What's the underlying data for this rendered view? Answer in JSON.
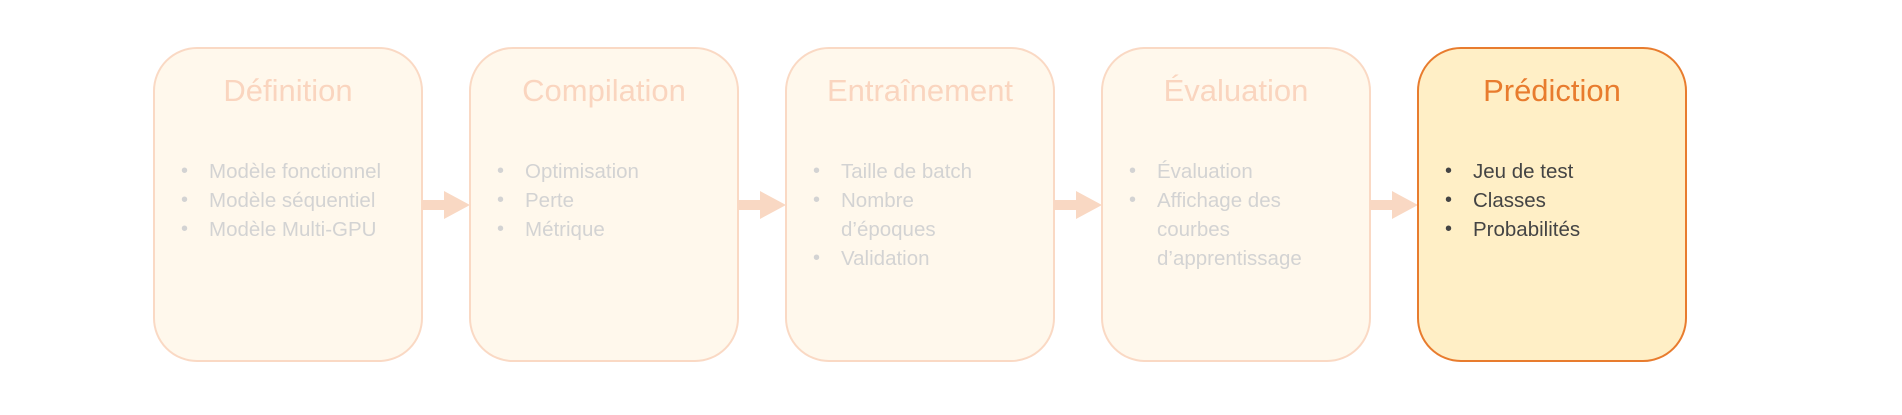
{
  "pipeline": {
    "steps": [
      {
        "title": "Définition",
        "items": [
          "Modèle fonctionnel",
          "Modèle séquentiel",
          "Modèle Multi-GPU"
        ]
      },
      {
        "title": "Compilation",
        "items": [
          "Optimisation",
          "Perte",
          "Métrique"
        ]
      },
      {
        "title": "Entraînement",
        "items": [
          "Taille de batch",
          "Nombre d’époques",
          "Validation"
        ]
      },
      {
        "title": "Évaluation",
        "items": [
          "Évaluation",
          "Affichage des courbes d’apprentissage"
        ]
      },
      {
        "title": "Prédiction",
        "items": [
          "Jeu de test",
          "Classes",
          "Probabilités"
        ]
      }
    ],
    "active_step": "Prédiction",
    "colors": {
      "active_border": "#e87c2e",
      "active_fill": "#ffefc6",
      "inactive_border": "#fad9c4",
      "inactive_fill": "#fff8ec",
      "arrow": "#f9d8c3",
      "inactive_text": "#d3d3d3",
      "active_text": "#444444"
    }
  }
}
